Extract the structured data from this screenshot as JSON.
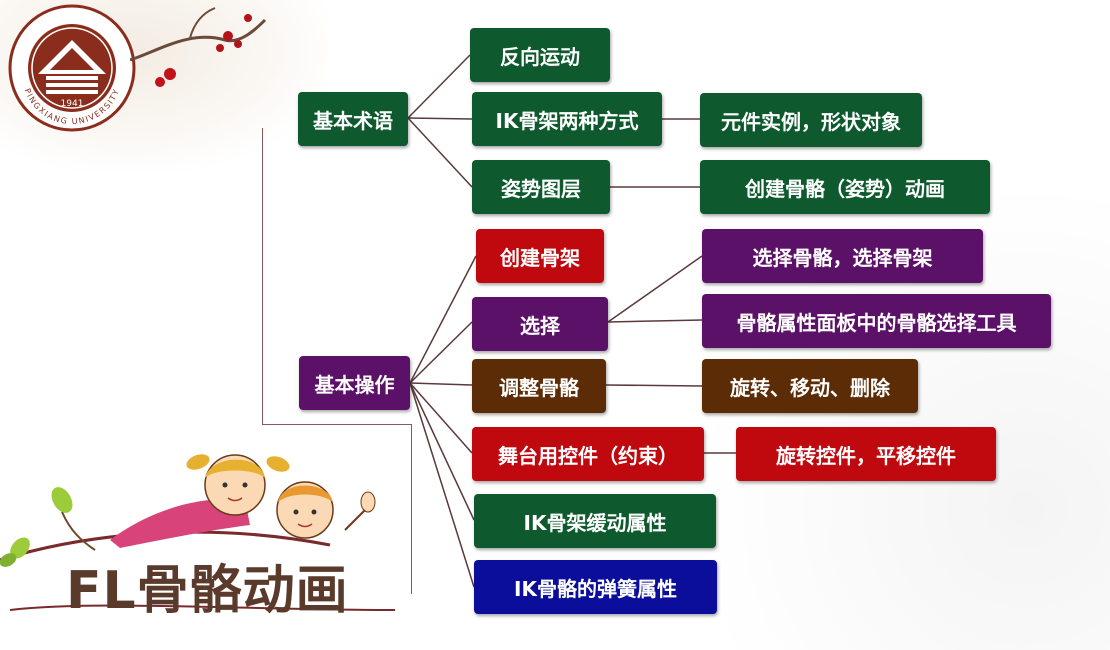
{
  "logo": {
    "text": "PINGXIANG UNIVERSITY",
    "year": "1941"
  },
  "title": "FL骨骼动画",
  "nodes": {
    "basic_terms": "基本术语",
    "basic_ops": "基本操作",
    "inverse_kinematics": "反向运动",
    "ik_two_ways": "IK骨架两种方式",
    "instance_shape": "元件实例，形状对象",
    "pose_layer": "姿势图层",
    "create_pose_anim": "创建骨骼（姿势）动画",
    "create_skeleton": "创建骨架",
    "select": "选择",
    "select_bone": "选择骨骼，选择骨架",
    "bone_select_tool": "骨骼属性面板中的骨骼选择工具",
    "adjust_bone": "调整骨骼",
    "rotate_move_delete": "旋转、移动、删除",
    "stage_controls": "舞台用控件（约束）",
    "rotate_pan_controls": "旋转控件，平移控件",
    "ik_easing": "IK骨架缓动属性",
    "ik_spring": "IK骨骼的弹簧属性"
  },
  "colors": {
    "green": "#0e5a2e",
    "red": "#c0090f",
    "purple": "#5c1168",
    "brown": "#5c2c06",
    "blue": "#0a0e9a"
  }
}
